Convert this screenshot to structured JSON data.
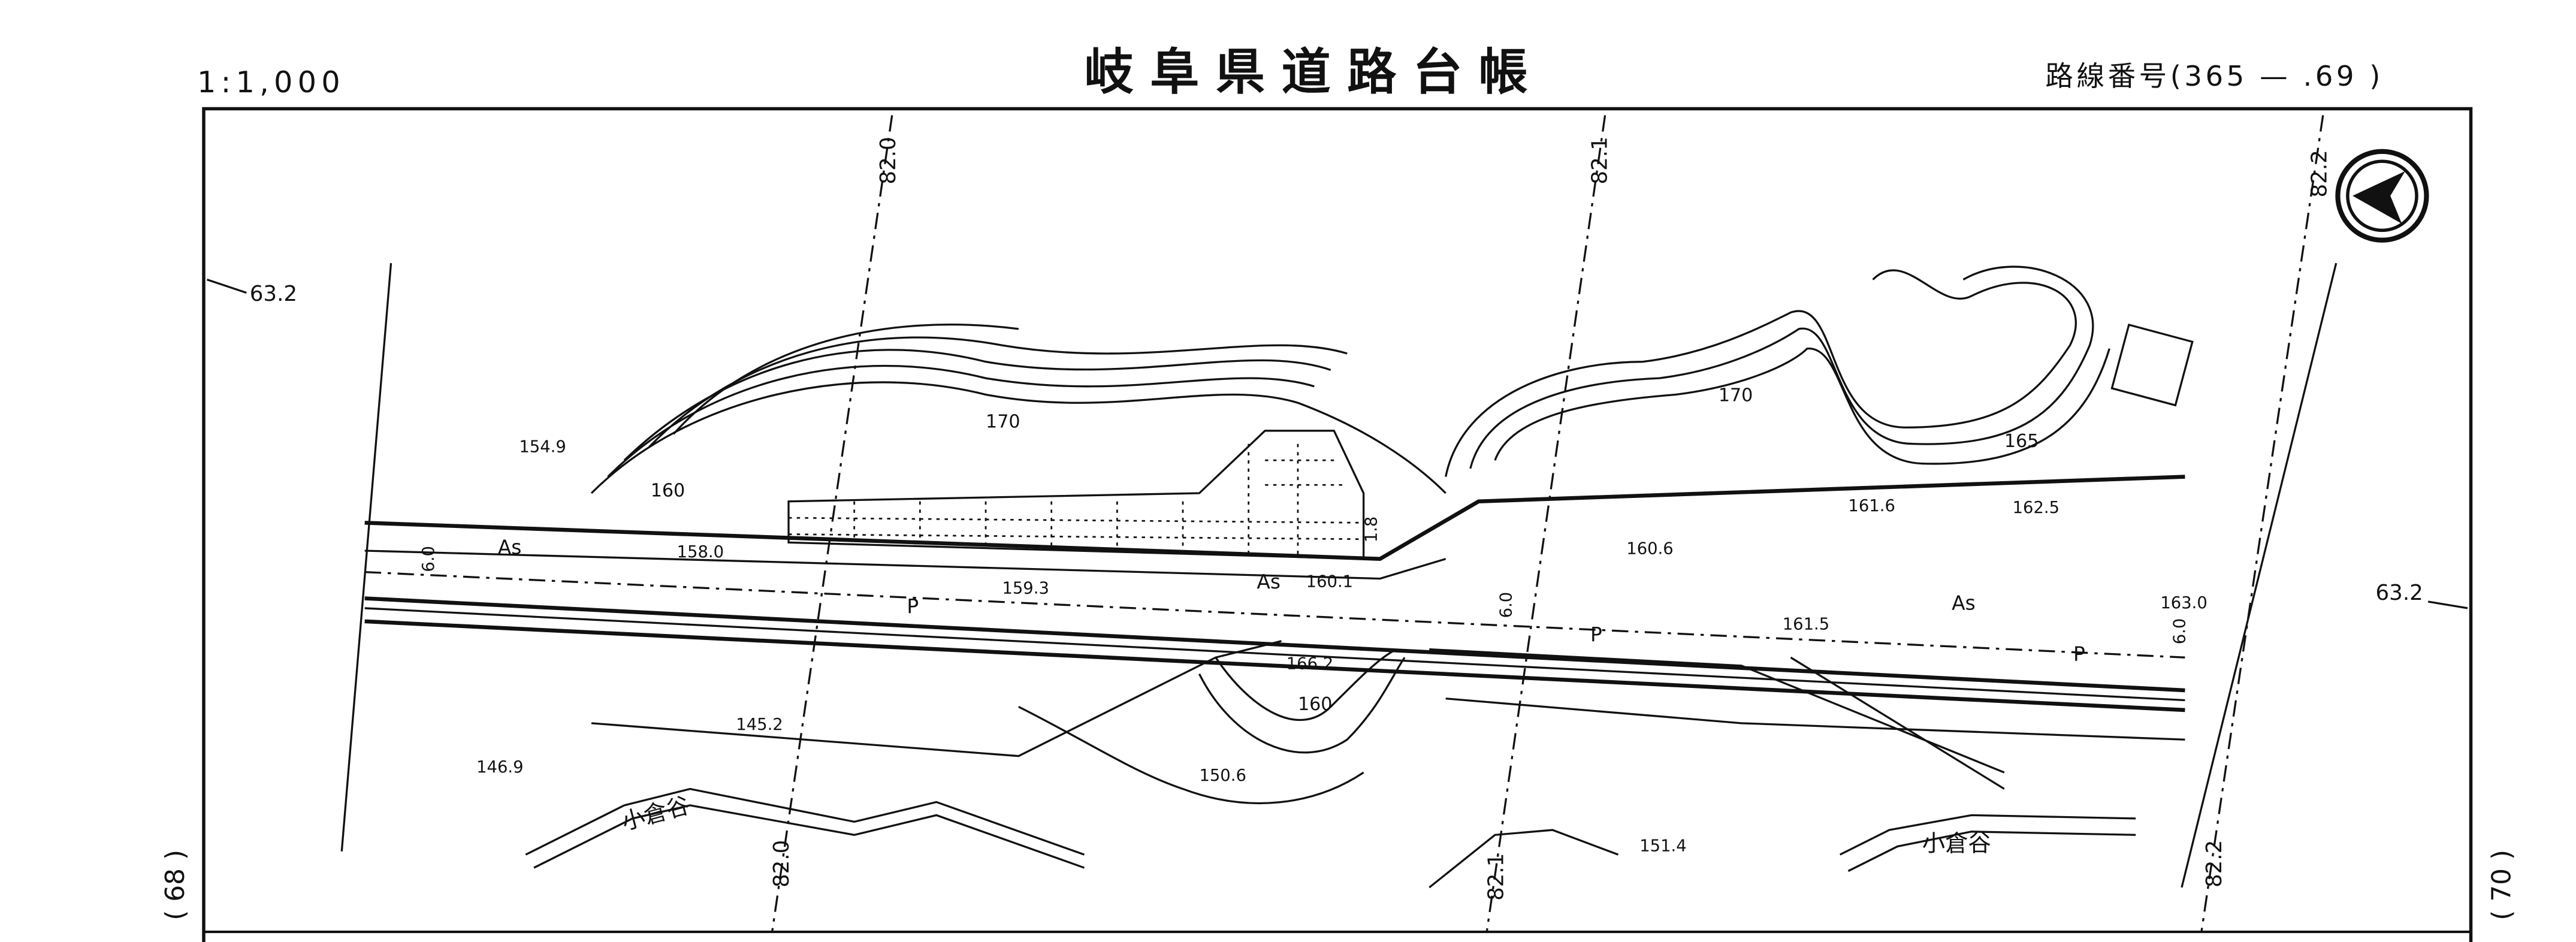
{
  "header": {
    "scale": "1:1,000",
    "title": "岐阜県道路台帳",
    "route_number": "路線番号(365 — .69 )"
  },
  "sheet_refs": {
    "left": "( 68 )",
    "right": "( 70 )"
  },
  "grid_labels": {
    "top": [
      "82.0",
      "82.1",
      "82.2"
    ],
    "bottom": [
      "82.0",
      "82.1",
      "82.2"
    ],
    "left": "63.2",
    "right": "63.2"
  },
  "elevations": [
    "154.9",
    "158.0",
    "159.3",
    "160.1",
    "160.6",
    "161.6",
    "162.5",
    "161.5",
    "163.0",
    "166.2",
    "145.2",
    "146.9",
    "150.6",
    "151.4"
  ],
  "contour_labels": [
    "170",
    "160",
    "170",
    "165",
    "160"
  ],
  "surface_labels": [
    "As",
    "As",
    "As",
    "P",
    "P",
    "P"
  ],
  "river_label": "小倉谷",
  "road_width_labels": [
    "6.0",
    "6.0",
    "6.0",
    "1.8"
  ],
  "north_arrow": "north-arrow-icon"
}
